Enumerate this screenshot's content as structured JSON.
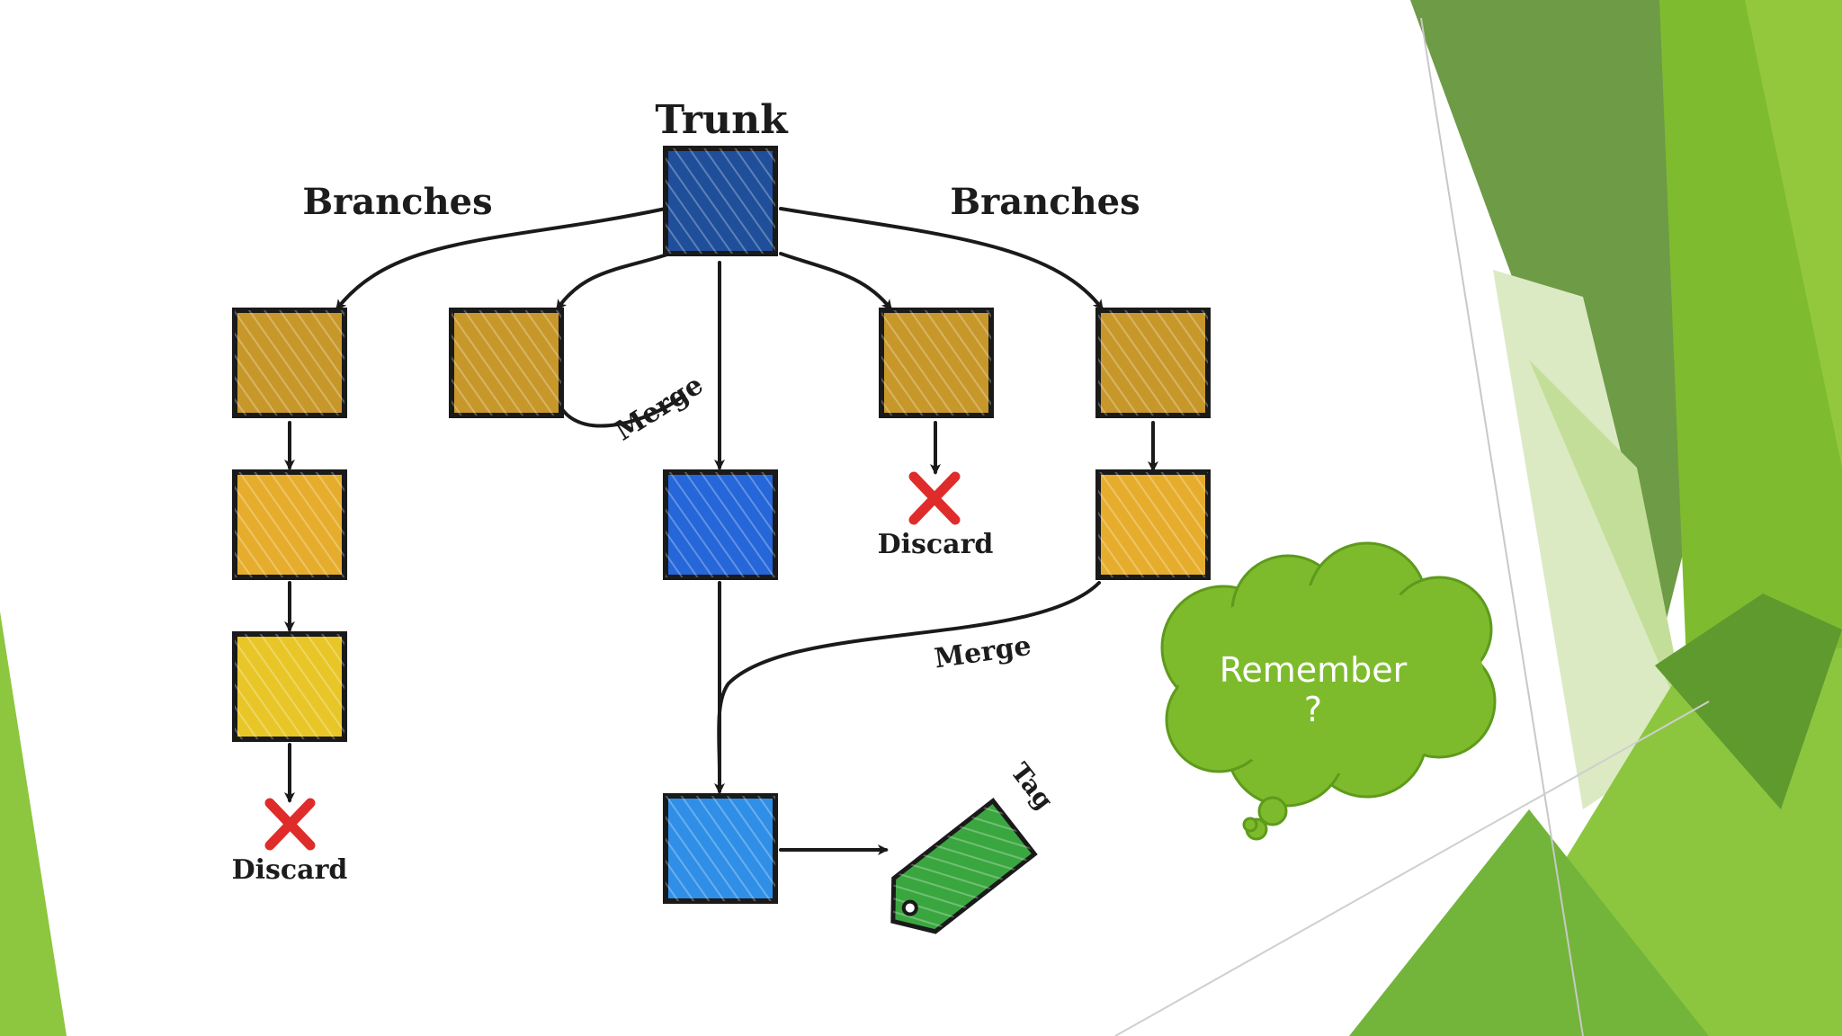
{
  "diagram": {
    "title": "Trunk",
    "branches_left_label": "Branches",
    "branches_right_label": "Branches",
    "merge_label_1": "Merge",
    "merge_label_2": "Merge",
    "discard_label_1": "Discard",
    "discard_label_2": "Discard",
    "tag_label": "Tag"
  },
  "callout": {
    "line1": "Remember",
    "line2": "?"
  },
  "colors": {
    "trunk_dark": "#1f4f9a",
    "trunk_mid": "#2566d8",
    "trunk_light": "#2f8fe6",
    "branch_brown": "#c8972a",
    "branch_gold": "#e6ad2c",
    "branch_yellow": "#e8c627",
    "tag_green": "#3aa63f",
    "discard_red": "#e02b2b",
    "cloud_green": "#7dbb2c",
    "accent_green": "#8dc63f"
  }
}
